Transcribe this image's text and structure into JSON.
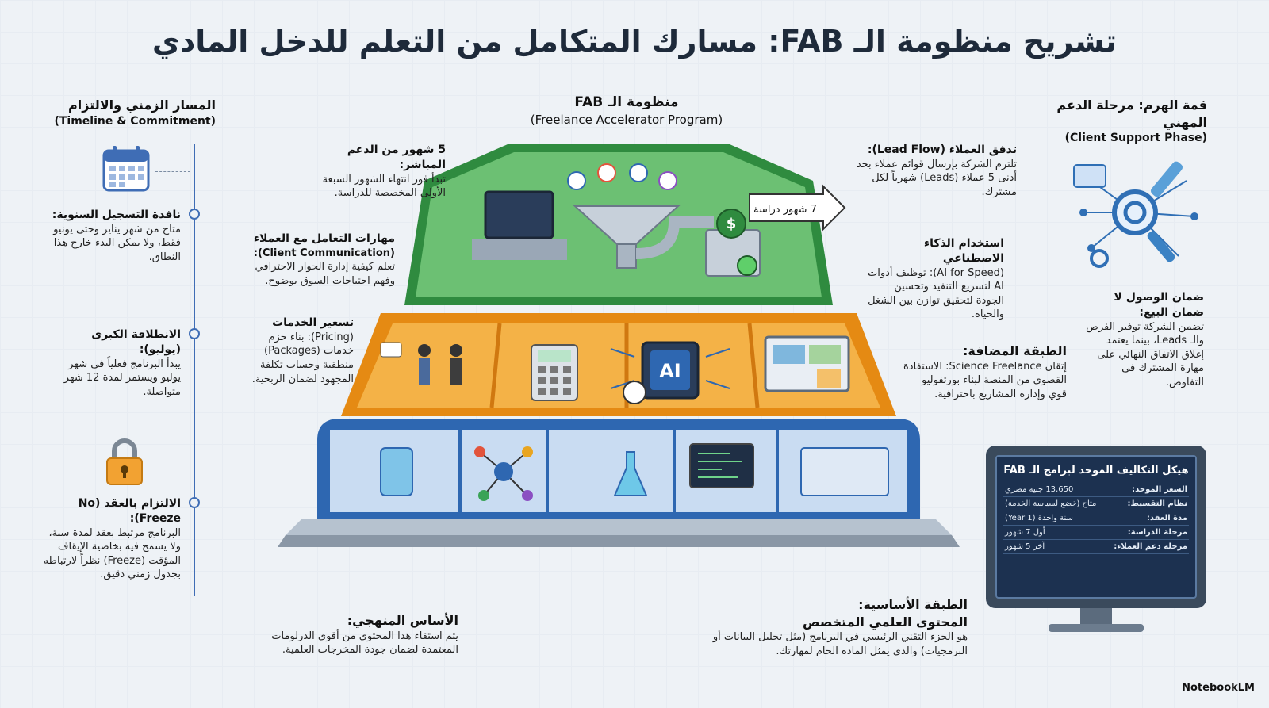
{
  "title": "تشريح منظومة الـ FAB: مسارك المتكامل من التعلم للدخل المادي",
  "center_header": {
    "title": "منظومة الـ FAB",
    "subtitle": "(Freelance Accelerator Program)"
  },
  "left": {
    "header": {
      "title": "المسار الزمني والالتزام",
      "subtitle": "(Timeline & Commitment)"
    },
    "items": [
      {
        "title": "نافذة التسجيل السنوية:",
        "text": "متاح من شهر يناير وحتى يونيو فقط، ولا يمكن البدء خارج هذا النطاق."
      },
      {
        "title": "الانطلاقة الكبرى (يوليو):",
        "text": "يبدأ البرنامج فعلياً في شهر يوليو ويستمر لمدة 12 شهر متواصلة."
      },
      {
        "title": "الالتزام بالعقد (No Freeze):",
        "text": "البرنامج مرتبط بعقد لمدة سنة، ولا يسمح فيه بخاصية الإيقاف المؤقت (Freeze) نظراً لارتباطه بجدول زمني دقيق."
      }
    ]
  },
  "right": {
    "header": {
      "title": "قمة الهرم: مرحلة الدعم المهني",
      "subtitle": "(Client Support Phase)"
    },
    "guarantee": {
      "title": "ضمان الوصول لا ضمان البيع:",
      "text": "تضمن الشركة توفير الفرص والـ Leads، بينما يعتمد إغلاق الاتفاق النهائي على مهارة المشترك في التفاوض."
    }
  },
  "annotations": {
    "support": {
      "title": "5 شهور من الدعم المباشر:",
      "text": "تبدأ فور انتهاء الشهور السبعة الأولى المخصصة للدراسة."
    },
    "comm": {
      "title": "مهارات التعامل مع العملاء",
      "sub": "(Client Communication):",
      "text": "تعلم كيفية إدارة الحوار الاحترافي وفهم احتياجات السوق بوضوح."
    },
    "pricing": {
      "title": "تسعير الخدمات",
      "text": "(Pricing): بناء حزم خدمات (Packages) منطقية وحساب تكلفة المجهود لضمان الربحية."
    },
    "lead": {
      "title": "تدفق العملاء (Lead Flow):",
      "text": "تلتزم الشركة بإرسال قوائم عملاء بحد أدنى 5 عملاء (Leads) شهرياً لكل مشترك."
    },
    "ai": {
      "title": "استخدام الذكاء الاصطناعي",
      "text": "(AI for Speed): توظيف أدوات AI لتسريع التنفيذ وتحسين الجودة لتحقيق توازن بين الشغل والحياة."
    },
    "added": {
      "title": "الطبقة المضافة:",
      "text": "إتقان Science Freelance: الاستفادة القصوى من المنصة لبناء بورتفوليو قوي وإدارة المشاريع باحترافية."
    },
    "method": {
      "title": "الأساس المنهجي:",
      "text": "يتم استقاء هذا المحتوى من أقوى الدرلومات المعتمدة لضمان جودة المخرجات العلمية."
    },
    "base": {
      "title": "الطبقة الأساسية:",
      "title2": "المحتوى العلمي المتخصص",
      "text": "هو الجزء التقني الرئيسي في البرنامج (مثل تحليل البيانات أو البرمجيات) والذي يمثل المادة الخام لمهارتك."
    }
  },
  "pyramid": {
    "arrow_label": "7 شهور دراسة",
    "ai_chip": "AI",
    "dollar": "$"
  },
  "cost_table": {
    "title": "هيكل التكاليف الموحد لبرامج الـ FAB",
    "rows": [
      {
        "k": "السعر الموحد:",
        "v": "13,650 جنيه مصري"
      },
      {
        "k": "نظام التقسيط:",
        "v": "متاح (خضع لسياسة الخدمة)"
      },
      {
        "k": "مدة العقد:",
        "v": "سنة واحدة (1 Year)"
      },
      {
        "k": "مرحلة الدراسة:",
        "v": "أول 7 شهور"
      },
      {
        "k": "مرحلة دعم العملاء:",
        "v": "آخر 5 شهور"
      }
    ]
  },
  "footer": {
    "logo": "NotebookLM"
  }
}
